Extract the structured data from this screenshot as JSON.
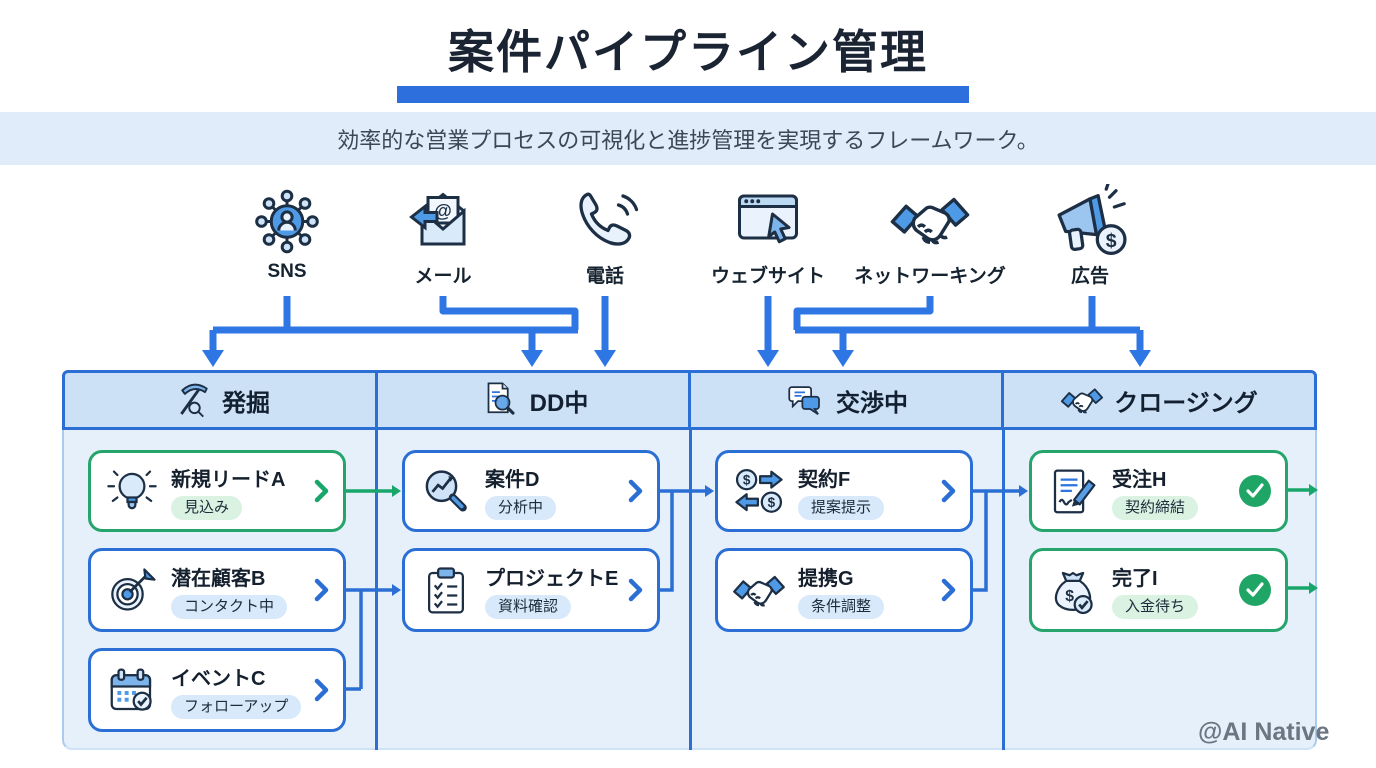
{
  "page": {
    "title": "案件パイプライン管理",
    "subtitle": "効率的な営業プロセスの可視化と進捗管理を実現するフレームワーク。",
    "watermark": "@AI Native"
  },
  "channels": [
    {
      "label": "SNS",
      "icon": "sns-network-icon"
    },
    {
      "label": "メール",
      "icon": "mail-icon"
    },
    {
      "label": "電話",
      "icon": "phone-icon"
    },
    {
      "label": "ウェブサイト",
      "icon": "website-icon"
    },
    {
      "label": "ネットワーキング",
      "icon": "handshake-icon"
    },
    {
      "label": "広告",
      "icon": "megaphone-icon"
    }
  ],
  "pipeline": {
    "columns": [
      {
        "label": "発掘",
        "icon": "pickaxe-icon"
      },
      {
        "label": "DD中",
        "icon": "document-magnifier-icon"
      },
      {
        "label": "交渉中",
        "icon": "chat-bubbles-icon"
      },
      {
        "label": "クロージング",
        "icon": "handshake-icon"
      }
    ],
    "cards": [
      {
        "column": "発掘",
        "title": "新規リードA",
        "status": "見込み",
        "icon": "lightbulb-icon",
        "variant": "green",
        "chevron": true
      },
      {
        "column": "発掘",
        "title": "潜在顧客B",
        "status": "コンタクト中",
        "icon": "target-icon",
        "variant": "blue",
        "chevron": true
      },
      {
        "column": "発掘",
        "title": "イベントC",
        "status": "フォローアップ",
        "icon": "calendar-check-icon",
        "variant": "blue",
        "chevron": true
      },
      {
        "column": "DD中",
        "title": "案件D",
        "status": "分析中",
        "icon": "magnifier-chart-icon",
        "variant": "blue",
        "chevron": true
      },
      {
        "column": "DD中",
        "title": "プロジェクトE",
        "status": "資料確認",
        "icon": "clipboard-checklist-icon",
        "variant": "blue",
        "chevron": true
      },
      {
        "column": "交渉中",
        "title": "契約F",
        "status": "提案提示",
        "icon": "money-exchange-icon",
        "variant": "blue",
        "chevron": true
      },
      {
        "column": "交渉中",
        "title": "提携G",
        "status": "条件調整",
        "icon": "handshake-icon",
        "variant": "blue",
        "chevron": true
      },
      {
        "column": "クロージング",
        "title": "受注H",
        "status": "契約締結",
        "icon": "contract-pen-icon",
        "variant": "green",
        "check": true
      },
      {
        "column": "クロージング",
        "title": "完了I",
        "status": "入金待ち",
        "icon": "money-bag-icon",
        "variant": "green",
        "check": true
      }
    ]
  },
  "flows": {
    "channel_to_stage": [
      {
        "sources": [
          "SNS",
          "メール"
        ],
        "targets": [
          "発掘",
          "DD中"
        ]
      },
      {
        "sources": [
          "電話"
        ],
        "targets": [
          "DD中"
        ]
      },
      {
        "sources": [
          "ウェブサイト"
        ],
        "targets": [
          "交渉中"
        ]
      },
      {
        "sources": [
          "ネットワーキング",
          "広告"
        ],
        "targets": [
          "交渉中",
          "クロージング"
        ]
      }
    ],
    "card_to_card": [
      {
        "from": "新規リードA",
        "to": "案件D",
        "color": "green"
      },
      {
        "from": "潜在顧客B",
        "to": "プロジェクトE",
        "color": "blue"
      },
      {
        "from": "イベントC",
        "to": "プロジェクトE",
        "color": "blue"
      },
      {
        "from": "案件D",
        "to": "契約F",
        "color": "blue"
      },
      {
        "from": "プロジェクトE",
        "to": "契約F",
        "color": "blue"
      },
      {
        "from": "契約F",
        "to": "受注H",
        "color": "blue"
      },
      {
        "from": "提携G",
        "to": "受注H",
        "color": "blue"
      },
      {
        "from": "受注H",
        "to": "exit-right",
        "color": "green"
      },
      {
        "from": "完了I",
        "to": "exit-right",
        "color": "green"
      }
    ]
  },
  "colors": {
    "accent_blue": "#2e76e3",
    "border_blue": "#2b6fd4",
    "accent_green": "#18a66a",
    "card_green_border": "#25a56b",
    "check_green": "#1fa666",
    "header_bg": "#cde1f6",
    "body_bg": "#e6f0fb",
    "subtitle_band_bg": "#e0ecfa",
    "badge_blue_bg": "#d7e9fa",
    "badge_green_bg": "#d9f2e2",
    "title_underline": "#2e6fde",
    "watermark_gray": "#6b7683"
  }
}
